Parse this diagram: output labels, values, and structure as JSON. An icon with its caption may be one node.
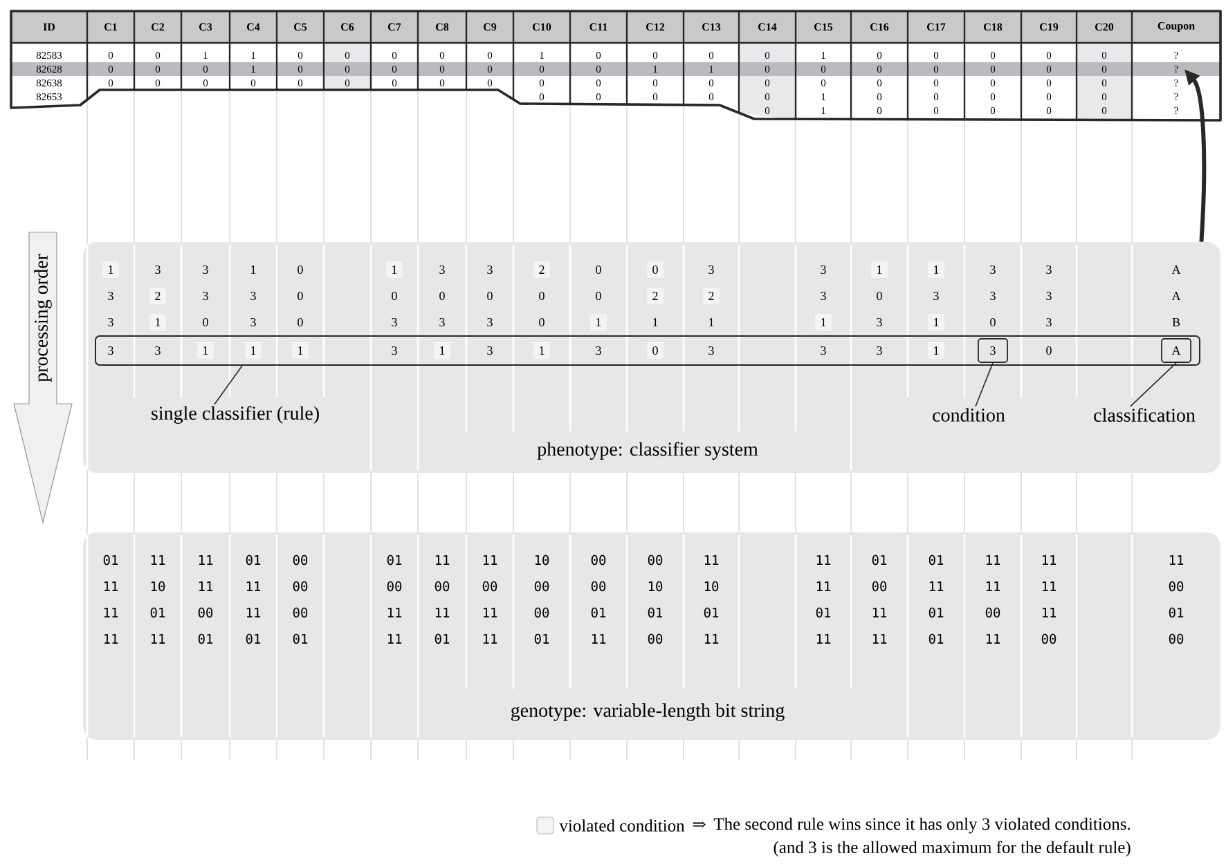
{
  "diagram": {
    "nodes": [
      {
        "text": [
          "phenotype: classifier system"
        ]
      },
      {
        "text": [
          "3",
          "3",
          "1",
          "1",
          "1",
          "3",
          "1",
          "3",
          "1",
          "3",
          "0",
          "3",
          "3",
          "3",
          "1",
          "0"
        ],
        "in": 0
      },
      {
        "text": [
          "3"
        ],
        "in": 1
      },
      {
        "text": [
          "A"
        ],
        "in": 1
      },
      {
        "text": [
          "single classifier (rule)"
        ],
        "in": 0
      },
      {
        "text": [
          "condition"
        ],
        "in": 0
      },
      {
        "text": [
          "classification"
        ],
        "in": 0
      },
      {
        "text": [
          "genotype: variable-length bit string"
        ]
      },
      {
        "text": [
          "?"
        ]
      }
    ],
    "edges": [
      {
        "from": 4,
        "to": 1,
        "arrow": "none"
      },
      {
        "from": 5,
        "to": 2,
        "arrow": "none"
      },
      {
        "from": 6,
        "to": 3,
        "arrow": "none"
      },
      {
        "from": 0,
        "to": 8,
        "arrow": "to",
        "style": "thick"
      }
    ],
    "labels": [
      "ID",
      "C1",
      "C2",
      "C3",
      "C4",
      "C5",
      "C6",
      "C7",
      "C8",
      "C9",
      "C10",
      "C11",
      "C12",
      "C13",
      "C14",
      "C15",
      "C16",
      "C17",
      "C18",
      "C19",
      "C20",
      "Coupon",
      "82583",
      "0",
      "0",
      "1",
      "1",
      "0",
      "0",
      "0",
      "0",
      "0",
      "1",
      "0",
      "0",
      "0",
      "0",
      "1",
      "0",
      "0",
      "0",
      "0",
      "0",
      "?",
      "82628",
      "0",
      "0",
      "0",
      "1",
      "0",
      "0",
      "0",
      "0",
      "0",
      "0",
      "0",
      "1",
      "1",
      "0",
      "0",
      "0",
      "0",
      "0",
      "0",
      "0",
      "82638",
      "0",
      "0",
      "0",
      "0",
      "0",
      "0",
      "0",
      "0",
      "0",
      "0",
      "0",
      "0",
      "0",
      "0",
      "0",
      "0",
      "0",
      "0",
      "0",
      "0",
      "?",
      "82653",
      "0",
      "0",
      "0",
      "0",
      "0",
      "1",
      "0",
      "0",
      "0",
      "0",
      "0",
      "?",
      "0",
      "1",
      "0",
      "0",
      "0",
      "0",
      "0",
      "?",
      "processing order",
      "1",
      "3",
      "3",
      "1",
      "0",
      "1",
      "3",
      "3",
      "2",
      "0",
      "0",
      "3",
      "3",
      "1",
      "1",
      "3",
      "3",
      "A",
      "3",
      "2",
      "3",
      "3",
      "0",
      "0",
      "0",
      "0",
      "0",
      "0",
      "2",
      "2",
      "3",
      "0",
      "3",
      "3",
      "3",
      "A",
      "3",
      "1",
      "0",
      "3",
      "0",
      "3",
      "3",
      "3",
      "0",
      "1",
      "1",
      "1",
      "1",
      "3",
      "1",
      "0",
      "3",
      "B",
      "01",
      "11",
      "11",
      "01",
      "00",
      "01",
      "11",
      "11",
      "10",
      "00",
      "00",
      "11",
      "11",
      "01",
      "01",
      "11",
      "11",
      "11",
      "11",
      "10",
      "11",
      "11",
      "00",
      "00",
      "00",
      "00",
      "00",
      "00",
      "10",
      "10",
      "11",
      "00",
      "11",
      "11",
      "11",
      "00",
      "11",
      "01",
      "00",
      "11",
      "00",
      "11",
      "11",
      "11",
      "00",
      "01",
      "01",
      "01",
      "01",
      "11",
      "01",
      "00",
      "11",
      "01",
      "11",
      "11",
      "01",
      "01",
      "01",
      "11",
      "01",
      "11",
      "01",
      "11",
      "00",
      "11",
      "11",
      "11",
      "01",
      "11",
      "00",
      "00",
      "⇒",
      "The second rule wins since it has only 3 violated conditions.",
      "(and 3 is the allowed maximum for the default rule)"
    ],
    "legend": [
      {
        "text": "violated condition",
        "color": "#f4f4f5"
      }
    ]
  }
}
